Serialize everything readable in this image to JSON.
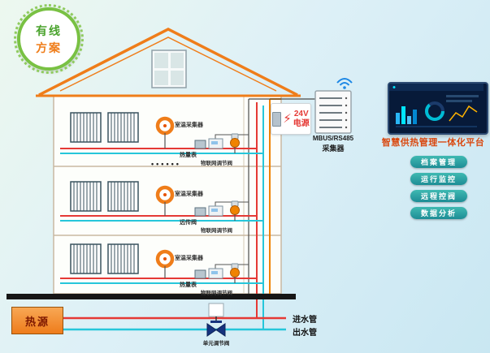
{
  "badge": {
    "line1": "有线",
    "line2": "方案"
  },
  "house": {
    "floors": [
      {
        "sensor": "室温采集器",
        "meter": "热量表",
        "valve": "物联网调节阀"
      },
      {
        "sensor": "室温采集器",
        "meter": "远传阀",
        "valve": "物联网调节阀"
      },
      {
        "sensor": "室温采集器",
        "meter": "热量表",
        "valve": "物联网调节阀"
      }
    ],
    "ellipsis": "••••••"
  },
  "power": {
    "value": "24V",
    "label": "电源"
  },
  "collector": {
    "name": "MBUS/RS485",
    "label": "采集器"
  },
  "platform": {
    "title": "智慧供热管理一体化平台",
    "buttons": [
      {
        "label": "档案管理"
      },
      {
        "label": "运行监控"
      },
      {
        "label": "远程控阀"
      },
      {
        "label": "数据分析"
      }
    ]
  },
  "source": {
    "label": "热源"
  },
  "pipes": {
    "inlet": "进水管",
    "outlet": "出水管"
  },
  "unit_valve": {
    "label": "单元调节阀"
  },
  "icons": {
    "lightning": "⚡"
  },
  "colors": {
    "roof_orange": "#ef7d1a",
    "pipe_red": "#e53935",
    "pipe_cyan": "#26c6da",
    "button_teal": "#21969b",
    "title_red": "#d9480f",
    "badge_green": "#79c143"
  }
}
